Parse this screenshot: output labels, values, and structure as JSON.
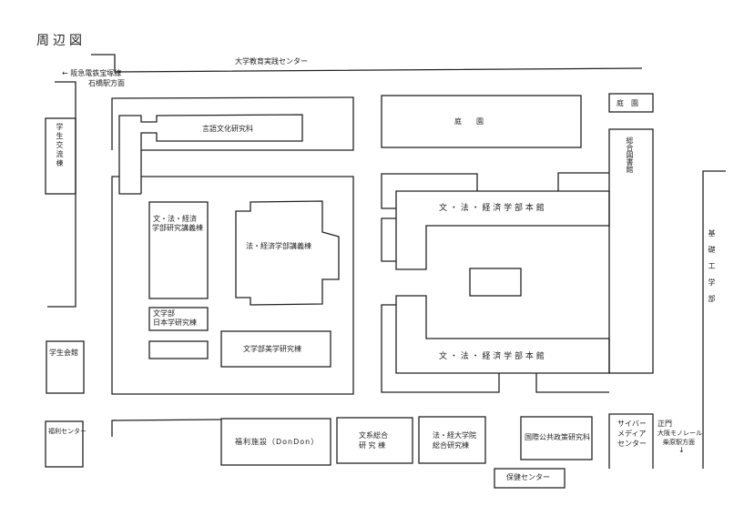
{
  "map": {
    "title": "周辺図",
    "labels": {
      "education_center": "大学教育実践センター",
      "hankyu_line": "← 阪急電鉄宝塚線",
      "ishibashi": "石橋駅方面",
      "student_exchange": "学生交流棟",
      "language_culture": "言語文化研究科",
      "garden_large": "庭　　園",
      "garden_small": "庭　園",
      "library": "総合図書館",
      "lit_law_econ_research_1": "文・法・経済",
      "lit_law_econ_research_2": "学部研究講義棟",
      "law_econ_lecture": "法・経済学部講義棟",
      "main_building_upper": "文 ・ 法 ・ 経 済 学 部 本 館",
      "main_building_lower": "文 ・ 法 ・ 経 済 学 部 本 館",
      "engineering_science": "基礎工学部",
      "lit_japanese_1": "文学部",
      "lit_japanese_2": "日本学研究棟",
      "lit_aesthetics": "文学部美学研究棟",
      "student_hall": "学生会館",
      "welfare_center": "福利センター",
      "dondon": "福利施設（DonDon）",
      "humanities_research_1": "文系総合",
      "humanities_research_2": "研 究 棟",
      "grad_research_1": "法・経大学院",
      "grad_research_2": "総合研究棟",
      "osipp": "国際公共政策研究科",
      "cybermedia_1": "サイバー",
      "cybermedia_2": "メディア",
      "cybermedia_3": "センター",
      "main_gate_1": "正門",
      "main_gate_2": "大阪モノレール",
      "main_gate_3": "柴原駅方面",
      "main_gate_arrow": "↓",
      "health_center": "保健センター"
    }
  }
}
